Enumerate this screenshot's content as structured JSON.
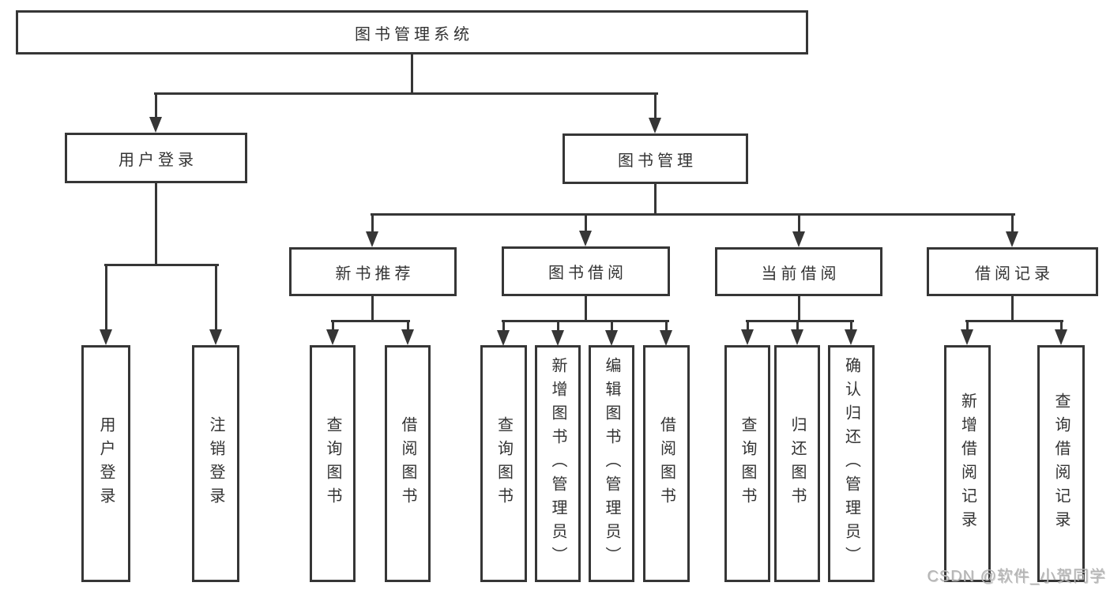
{
  "diagram": {
    "root": {
      "label": "图书管理系统"
    },
    "level2": [
      {
        "label": "用户登录"
      },
      {
        "label": "图书管理"
      }
    ],
    "level3": [
      {
        "label": "新书推荐"
      },
      {
        "label": "图书借阅"
      },
      {
        "label": "当前借阅"
      },
      {
        "label": "借阅记录"
      }
    ],
    "leaves": {
      "user_login": [
        "用户登录",
        "注销登录"
      ],
      "new_book": [
        "查询图书",
        "借阅图书"
      ],
      "book_borrow": [
        "查询图书",
        "新增图书（管理员）",
        "编辑图书（管理员）",
        "借阅图书"
      ],
      "current_borrow": [
        "查询图书",
        "归还图书",
        "确认归还（管理员）"
      ],
      "borrow_records": [
        "新增借阅记录",
        "查询借阅记录"
      ]
    }
  },
  "watermark": {
    "text": "CSDN @软件_小贺同学",
    "color": "#b4b4b4"
  },
  "colors": {
    "line": "#363636",
    "box_border": "#363636",
    "text": "#333333",
    "background": "#ffffff"
  }
}
